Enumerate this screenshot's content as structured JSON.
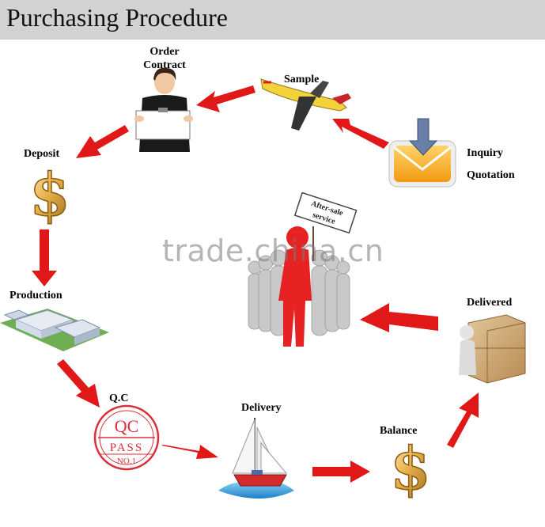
{
  "title": "Purchasing Procedure",
  "steps": {
    "inquiry": [
      "Inquiry",
      "Quotation"
    ],
    "sample": "Sample",
    "order_contract": [
      "Order",
      "Contract"
    ],
    "deposit": "Deposit",
    "production": "Production",
    "qc": "Q.C",
    "delivery": "Delivery",
    "balance": "Balance",
    "delivered": "Delivered"
  },
  "after_sale_sign": [
    "After-sale",
    "service"
  ],
  "qc_stamp": [
    "QC",
    "PASS",
    "NO.1"
  ],
  "watermark": "trade.china.cn",
  "colors": {
    "arrow": "#e01818",
    "header_bg": "#d2d2d2",
    "dollar": "#e8b84a",
    "envelope": "#f2a01e",
    "stamp": "#d8313a"
  }
}
